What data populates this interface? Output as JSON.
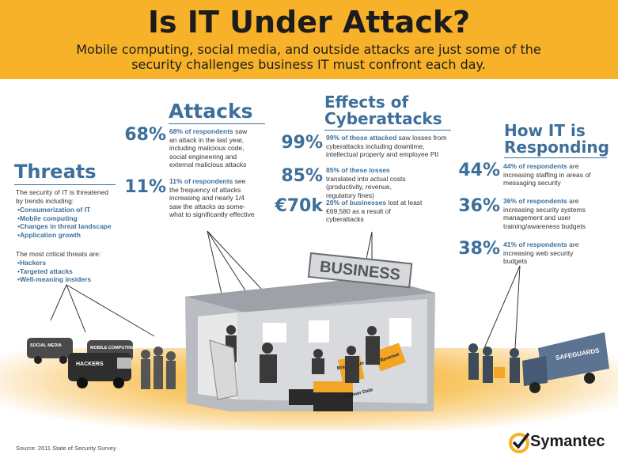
{
  "header": {
    "title": "Is IT Under Attack?",
    "subtitle": "Mobile computing, social media, and outside attacks are just some of the security challenges business IT must confront each day."
  },
  "threats": {
    "title": "Threats",
    "intro": "The security of IT is threatened by trends including:",
    "trends": [
      "Consumerization of IT",
      "Mobile computing",
      "Changes in threat landscape",
      "Application growth"
    ],
    "critical_intro": "The most critical threats are:",
    "critical": [
      "Hackers",
      "Targeted attacks",
      "Well-meaning insiders"
    ]
  },
  "attacks": {
    "title": "Attacks",
    "stats": [
      {
        "pct": "68%",
        "highlight": "68% of respondents",
        "text": " saw an attack in the last year, including malicious code, social engineering and external malicious attacks"
      },
      {
        "pct": "11%",
        "highlight": "11% of respondents",
        "text": " see the frequency of attacks increasing and nearly 1/4 saw the attacks as some-what to significantly effective"
      }
    ]
  },
  "effects": {
    "title_line1": "Effects of",
    "title_line2": "Cyberattacks",
    "stats": [
      {
        "pct": "99%",
        "highlight": "99% of those attacked",
        "text": " saw losses from cyberattacks including downtime, intellectual property and employee PII"
      },
      {
        "pct": "85%",
        "highlight": "85% of these losses",
        "text": " translated into actual costs (productivity, revenue, regulatory fines)"
      },
      {
        "pct": "€70k",
        "highlight": "20% of businesses",
        "text": " lost at least €69,580 as a result of cyberattacks"
      }
    ]
  },
  "responding": {
    "title_line1": "How IT is",
    "title_line2": "Responding",
    "stats": [
      {
        "pct": "44%",
        "highlight": "44% of respondents",
        "text": " are increasing staffing in areas of messaging security"
      },
      {
        "pct": "36%",
        "highlight": "36% of respondents",
        "text": " are increasing security systems management and user training/awareness budgets"
      },
      {
        "pct": "38%",
        "highlight": "41% of respondents",
        "text": " are increasing web security budgets"
      }
    ]
  },
  "scene": {
    "building_sign": "BUSINESS",
    "van_labels": [
      "SOCIAL MEDIA",
      "MOBILE COMPUTING",
      "HACKERS"
    ],
    "truck_label": "SAFEGUARDS",
    "box_labels": [
      "Brand Value",
      "Revenue",
      "Customer Data"
    ]
  },
  "footer": {
    "source": "Source: 2011 State of Security Survey",
    "brand": "Symantec"
  },
  "colors": {
    "header_bg": "#f7b22a",
    "accent_blue": "#3d6f9a",
    "box_orange": "#f2a623"
  }
}
